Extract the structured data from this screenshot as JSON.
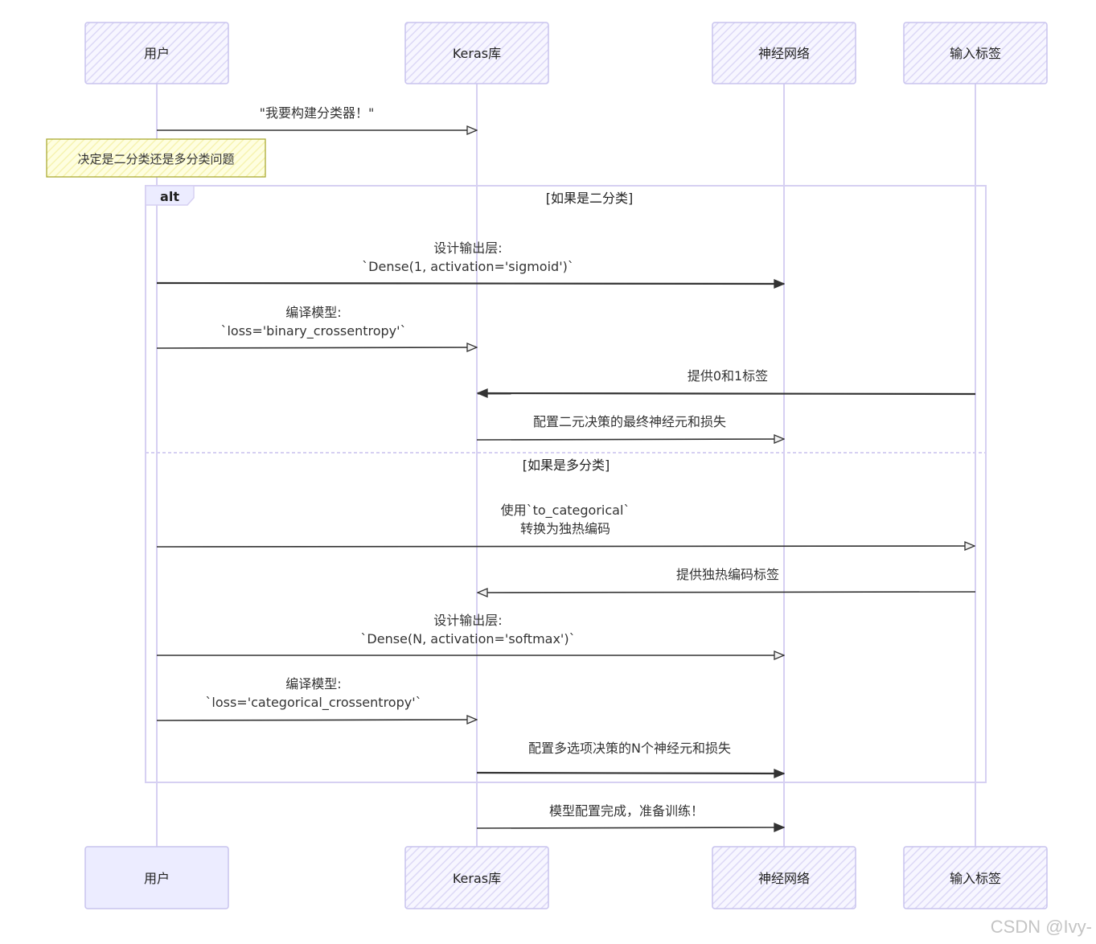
{
  "participants": [
    {
      "id": "user",
      "label": "用户"
    },
    {
      "id": "keras",
      "label": "Keras库"
    },
    {
      "id": "net",
      "label": "神经网络"
    },
    {
      "id": "labels",
      "label": "输入标签"
    }
  ],
  "colors": {
    "participant_fill": "#ececff",
    "participant_border": "#c8c3ee",
    "lifeline": "#d6d0f2",
    "arrow": "#333333",
    "note_fill": "#fdfdc8",
    "note_border": "#aaaa33",
    "alt_border": "#d6d0f2"
  },
  "note": {
    "text": "决定是二分类还是多分类问题",
    "over": "user"
  },
  "alt": {
    "label": "alt",
    "branches": [
      {
        "guard": "[如果是二分类]"
      },
      {
        "guard": "[如果是多分类]"
      }
    ]
  },
  "messages": [
    {
      "from": "user",
      "to": "keras",
      "lines": [
        "\"我要构建分类器！\""
      ],
      "arrow": "open"
    },
    {
      "from": "user",
      "to": "net",
      "lines": [
        "设计输出层:",
        "`Dense(1, activation='sigmoid')`"
      ],
      "arrow": "filled"
    },
    {
      "from": "user",
      "to": "keras",
      "lines": [
        "编译模型:",
        "`loss='binary_crossentropy'`"
      ],
      "arrow": "open"
    },
    {
      "from": "labels",
      "to": "keras",
      "lines": [
        "提供0和1标签"
      ],
      "arrow": "filled"
    },
    {
      "from": "keras",
      "to": "net",
      "lines": [
        "配置二元决策的最终神经元和损失"
      ],
      "arrow": "open"
    },
    {
      "from": "user",
      "to": "labels",
      "lines": [
        "使用`to_categorical`",
        "转换为独热编码"
      ],
      "arrow": "open"
    },
    {
      "from": "labels",
      "to": "keras",
      "lines": [
        "提供独热编码标签"
      ],
      "arrow": "open"
    },
    {
      "from": "user",
      "to": "net",
      "lines": [
        "设计输出层:",
        "`Dense(N, activation='softmax')`"
      ],
      "arrow": "open"
    },
    {
      "from": "user",
      "to": "keras",
      "lines": [
        "编译模型:",
        "`loss='categorical_crossentropy'`"
      ],
      "arrow": "open"
    },
    {
      "from": "keras",
      "to": "net",
      "lines": [
        "配置多选项决策的N个神经元和损失"
      ],
      "arrow": "filled"
    },
    {
      "from": "keras",
      "to": "net",
      "lines": [
        "模型配置完成，准备训练！"
      ],
      "arrow": "filled"
    }
  ],
  "watermark": "CSDN @Ivy-"
}
